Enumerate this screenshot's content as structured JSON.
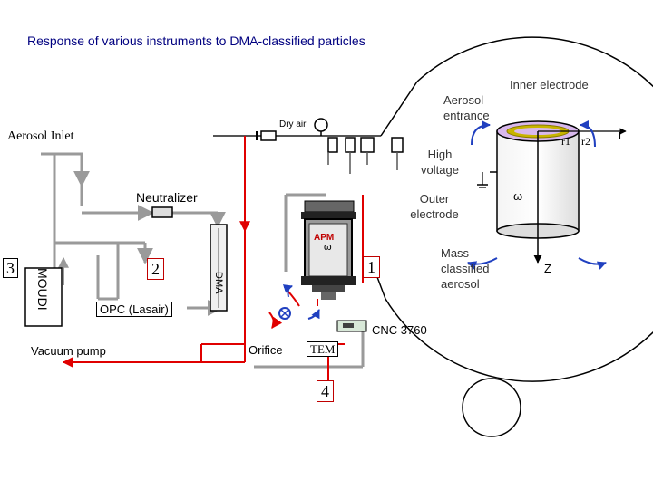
{
  "title": "Response of various instruments to DMA-classified particles",
  "labels": {
    "aerosol_inlet": "Aerosol Inlet",
    "dry_air": "Dry air",
    "neutralizer": "Neutralizer",
    "apm": "APM",
    "omega": "ω",
    "num_1": "1",
    "num_2": "2",
    "num_3": "3",
    "num_4": "4",
    "dma": "DMA",
    "moudi": "MOUDI",
    "opc": "OPC (Lasair)",
    "vacuum_pump": "Vacuum pump",
    "orifice": "Orifice",
    "tem": "TEM",
    "cnc": "CNC 3760"
  },
  "inset": {
    "aerosol_entrance": "Aerosol entrance",
    "inner_electrode": "Inner electrode",
    "high_voltage": "High voltage",
    "outer_electrode": "Outer electrode",
    "mass_classified_aerosol": "Mass classified aerosol",
    "omega": "ω",
    "r": "r",
    "r1": "r1",
    "r2": "r2",
    "z": "Z"
  },
  "colors": {
    "title": "#000080",
    "red_line": "#e00000",
    "gray_line": "#9a9a9a",
    "ring": "#c8b400",
    "cylinder_top": "#c8a0e0"
  }
}
